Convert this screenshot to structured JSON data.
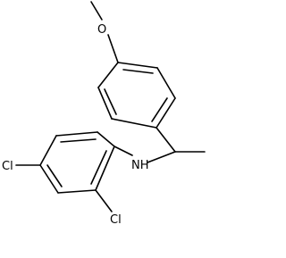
{
  "molecule": {
    "atoms": {
      "methoxy_o": "O",
      "amine_nh": "NH",
      "chloro_left": "Cl",
      "chloro_bottom": "Cl"
    }
  },
  "colors": {
    "bond": "#000000",
    "label": "#000000",
    "background": "#ffffff"
  }
}
